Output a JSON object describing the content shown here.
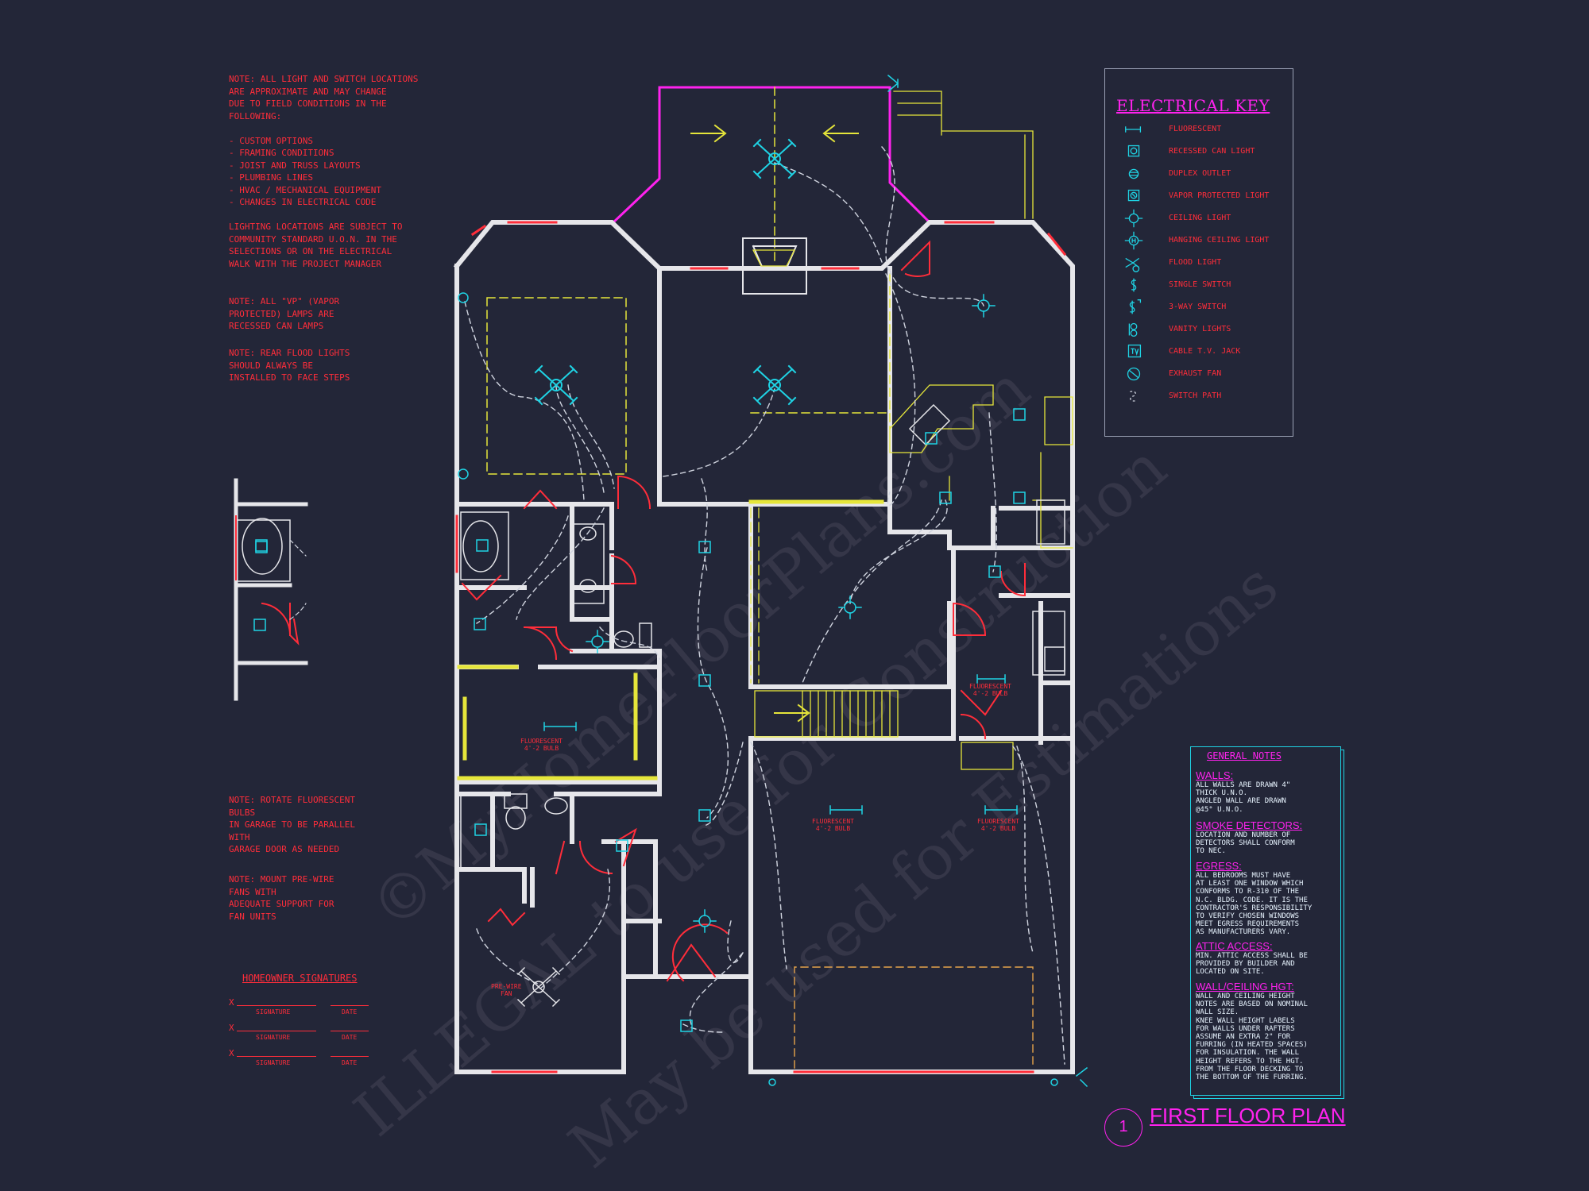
{
  "notes": {
    "block1": "NOTE: ALL LIGHT AND SWITCH LOCATIONS\nARE APPROXIMATE AND MAY CHANGE\nDUE TO FIELD CONDITIONS IN THE\nFOLLOWING:\n\n- CUSTOM OPTIONS\n- FRAMING CONDITIONS\n- JOIST AND TRUSS LAYOUTS\n- PLUMBING LINES\n- HVAC / MECHANICAL EQUIPMENT\n- CHANGES IN ELECTRICAL CODE\n\nLIGHTING LOCATIONS ARE SUBJECT TO\nCOMMUNITY STANDARD U.O.N. IN THE\nSELECTIONS OR ON THE ELECTRICAL\nWALK WITH THE PROJECT MANAGER",
    "block2": "NOTE: ALL \"VP\" (VAPOR\nPROTECTED) LAMPS ARE\nRECESSED CAN LAMPS",
    "block3": "NOTE: REAR FLOOD LIGHTS\nSHOULD ALWAYS BE\nINSTALLED TO FACE STEPS",
    "block4": "NOTE: ROTATE FLUORESCENT\nBULBS\nIN GARAGE TO BE PARALLEL\nWITH\nGARAGE DOOR AS NEEDED",
    "block5": "NOTE: MOUNT PRE-WIRE\nFANS WITH\nADEQUATE SUPPORT FOR\nFAN UNITS"
  },
  "signatures": {
    "title": "HOMEOWNER SIGNATURES",
    "mark": "X",
    "signature_label": "SIGNATURE",
    "date_label": "DATE"
  },
  "electrical_key": {
    "title": "ELECTRICAL KEY",
    "items": [
      {
        "label": "FLUORESCENT",
        "icon": "fluorescent-icon"
      },
      {
        "label": "RECESSED CAN LIGHT",
        "icon": "recessed-can-light-icon"
      },
      {
        "label": "DUPLEX OUTLET",
        "icon": "duplex-outlet-icon"
      },
      {
        "label": "VAPOR PROTECTED LIGHT",
        "icon": "vapor-protected-light-icon"
      },
      {
        "label": "CEILING LIGHT",
        "icon": "ceiling-light-icon"
      },
      {
        "label": "HANGING CEILING LIGHT",
        "icon": "hanging-ceiling-light-icon"
      },
      {
        "label": "FLOOD LIGHT",
        "icon": "flood-light-icon"
      },
      {
        "label": "SINGLE SWITCH",
        "icon": "single-switch-icon"
      },
      {
        "label": "3-WAY SWITCH",
        "icon": "three-way-switch-icon"
      },
      {
        "label": "VANITY LIGHTS",
        "icon": "vanity-lights-icon"
      },
      {
        "label": "CABLE T.V. JACK",
        "icon": "cable-tv-jack-icon"
      },
      {
        "label": "EXHAUST FAN",
        "icon": "exhaust-fan-icon"
      },
      {
        "label": "SWITCH PATH",
        "icon": "switch-path-icon"
      }
    ]
  },
  "general_notes": {
    "title": "GENERAL NOTES",
    "sections": [
      {
        "heading": "WALLS:",
        "body": "ALL WALLS ARE DRAWN 4\"\nTHICK U.N.O.\nANGLED WALL ARE DRAWN\n@45° U.N.O."
      },
      {
        "heading": "SMOKE DETECTORS:",
        "body": "LOCATION AND NUMBER OF\nDETECTORS SHALL CONFORM\nTO NEC."
      },
      {
        "heading": "EGRESS:",
        "body": "ALL BEDROOMS MUST HAVE\nAT LEAST ONE WINDOW WHICH\nCONFORMS TO R-310 OF THE\nN.C. BLDG. CODE. IT IS THE\nCONTRACTOR'S RESPONSIBILITY\nTO VERIFY CHOSEN WINDOWS\nMEET EGRESS REQUIREMENTS\nAS MANUFACTURERS VARY."
      },
      {
        "heading": "ATTIC ACCESS:",
        "body": "MIN. ATTIC ACCESS SHALL BE\nPROVIDED BY BUILDER AND\nLOCATED ON SITE."
      },
      {
        "heading": "WALL/CEILING HGT:",
        "body": "WALL AND CEILING HEIGHT\nNOTES ARE BASED ON NOMINAL\nWALL SIZE.\nKNEE WALL HEIGHT LABELS\nFOR WALLS UNDER RAFTERS\nASSUME AN EXTRA 2\" FOR\nFURRING (IN HEATED SPACES)\nFOR INSULATION. THE WALL\nHEIGHT REFERS TO THE HGT.\nFROM THE FLOOR DECKING TO\nTHE BOTTOM OF THE FURRING."
      }
    ]
  },
  "plan": {
    "title": "FIRST FLOOR PLAN",
    "number": "1",
    "room_labels": {
      "fluorescent_laundry": "FLUORESCENT\n4'-2 BULB",
      "fluorescent_pantry": "FLUORESCENT\n4'-2 BULB",
      "fluorescent_garage_left": "FLUORESCENT\n4'-2 BULB",
      "fluorescent_garage_right": "FLUORESCENT\n4'-2 BULB",
      "prewire_fan": "PRE-WIRE\nFAN"
    }
  },
  "watermark": {
    "line1": "©MyHomeFloorPlans.com",
    "line2": "ILLEGAL to use for Construction",
    "line3": "May be used for Estimations"
  },
  "colors": {
    "background": "#232638",
    "walls": "#e6e6ea",
    "cyan": "#1fd3e4",
    "red": "#ff2d3a",
    "magenta": "#ff22ee",
    "yellow": "#e6e63a",
    "switch_path": "#cfd3de"
  }
}
